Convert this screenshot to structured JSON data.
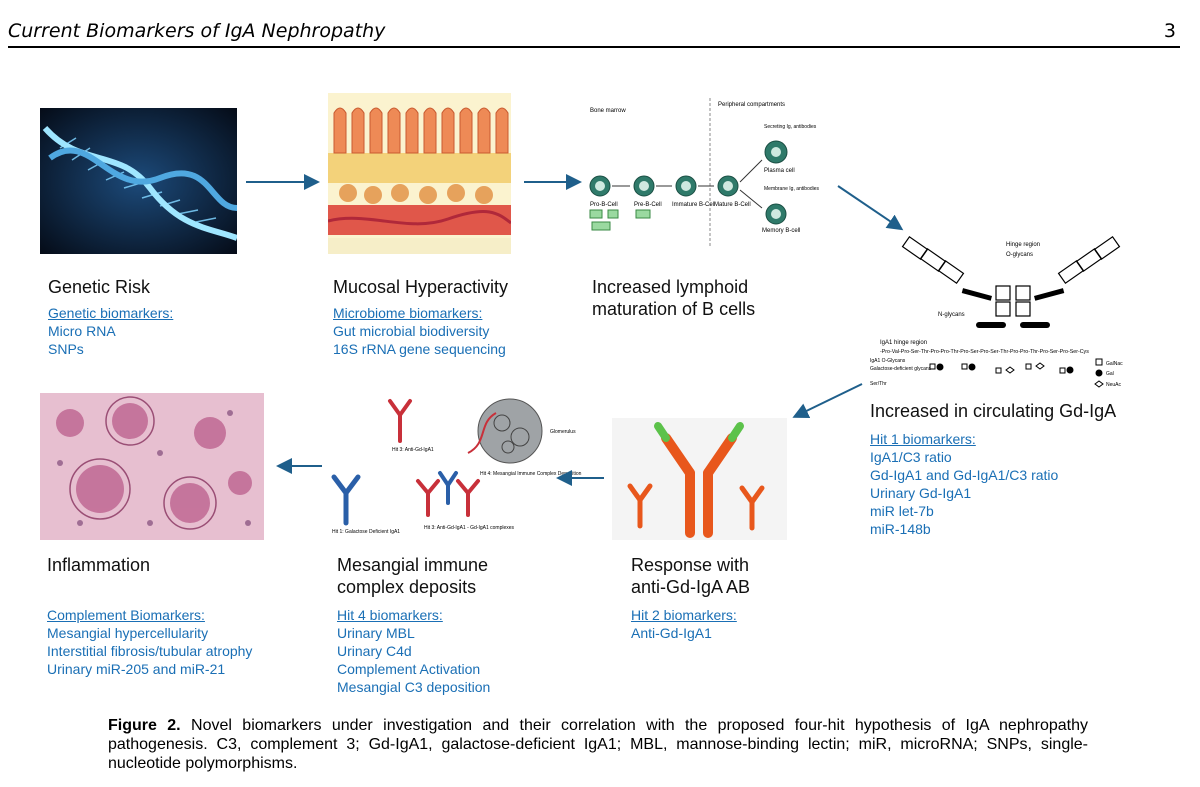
{
  "header": {
    "title": "Current Biomarkers of IgA Nephropathy",
    "page": "3"
  },
  "stages": [
    {
      "id": "genetic",
      "title": "Genetic Risk",
      "biomarker_heading": "Genetic biomarkers:",
      "biomarkers": [
        "Micro RNA",
        "SNPs"
      ]
    },
    {
      "id": "mucosal",
      "title": "Mucosal  Hyperactivity",
      "biomarker_heading": "Microbiome biomarkers:",
      "biomarkers": [
        "Gut microbial biodiversity",
        "16S rRNA gene sequencing"
      ]
    },
    {
      "id": "lymphoid",
      "title_lines": [
        "Increased lymphoid",
        "maturation of B cells"
      ]
    },
    {
      "id": "circulating",
      "title": "Increased  in circulating Gd-IgA",
      "biomarker_heading": "Hit 1 biomarkers:",
      "biomarkers": [
        "IgA1/C3 ratio",
        "Gd-IgA1 and Gd-IgA1/C3 ratio",
        "Urinary Gd-IgA1",
        "miR let-7b",
        "miR-148b"
      ]
    },
    {
      "id": "response",
      "title_lines": [
        "Response with",
        "anti-Gd-IgA AB"
      ],
      "biomarker_heading": "Hit 2 biomarkers:",
      "biomarkers": [
        "Anti-Gd-IgA1"
      ]
    },
    {
      "id": "mesangial",
      "title_lines": [
        "Mesangial immune",
        "complex deposits"
      ],
      "biomarker_heading": "Hit 4 biomarkers:",
      "biomarkers": [
        "Urinary MBL",
        "Urinary C4d",
        "Complement Activation",
        "Mesangial C3 deposition"
      ]
    },
    {
      "id": "inflammation",
      "title": "Inflammation",
      "biomarker_heading": "Complement Biomarkers:",
      "biomarkers": [
        "Mesangial hypercellularity",
        "Interstitial fibrosis/tubular atrophy",
        "Urinary miR-205 and miR-21"
      ]
    }
  ],
  "diagram_labels": {
    "bcell": {
      "bone_marrow": "Bone marrow",
      "peripheral": "Peripheral compartments",
      "pro": "Pro-B-Cell",
      "pre": "Pre-B-Cell",
      "immature": "Immature B-Cell",
      "mature": "Mature B-Cell",
      "plasma": "Plasma cell",
      "memory": "Memory B-cell",
      "secreting": "Secreting Ig, antibodies",
      "membrane": "Membrane Ig, antibodies"
    },
    "iga": {
      "hinge": "Hinge region",
      "oglycans": "O-glycans",
      "nglycans": "N-glycans",
      "seq_title": "IgA1 hinge region",
      "seq": "-Pro-Val-Pro-Ser-Thr-Pro-Pro-Thr-Pro-Ser-Pro-Ser-Thr-Pro-Pro-Thr-Pro-Ser-Pro-Ser-Cys",
      "oglycan_label": "IgA1 O-Glycans",
      "galactose": "Galactose-deficient glycans",
      "sulf": "Ser/Thr",
      "legend": [
        "GalNac",
        "Gal",
        "NeuAc"
      ]
    },
    "mesangial": {
      "hit3": "Hit 3: Anti-Gd-IgA1",
      "hit1": "Hit 1: Galactose Deficient IgA1",
      "hit3b": "Hit 3: Anti-Gd-IgA1 - Gd-IgA1 complexes",
      "hit4": "Hit 4: Mesangial Immune Complex Deposition",
      "glomerulus": "Glomerulus"
    }
  },
  "caption": {
    "label": "Figure 2.",
    "text": " Novel biomarkers under investigation and their correlation with the proposed four-hit hypothesis of IgA nephropathy pathogenesis. C3, complement 3; Gd-IgA1, galactose-deficient IgA1; MBL, mannose-binding lectin; miR, microRNA; SNPs, single-nucleotide polymorphisms."
  },
  "colors": {
    "arrow": "#1f5f8b",
    "biomarker": "#1a6fb5",
    "antibody_orange": "#e8571c",
    "antibody_green": "#5cc24a",
    "antibody_red": "#c8303a",
    "antibody_blue": "#2a5fa8"
  },
  "icons": [
    "dna-helix-image",
    "intestinal-villi-image",
    "b-cell-maturation-diagram",
    "iga1-molecule-diagram",
    "antibody-image",
    "immune-complex-diagram",
    "histology-image"
  ]
}
